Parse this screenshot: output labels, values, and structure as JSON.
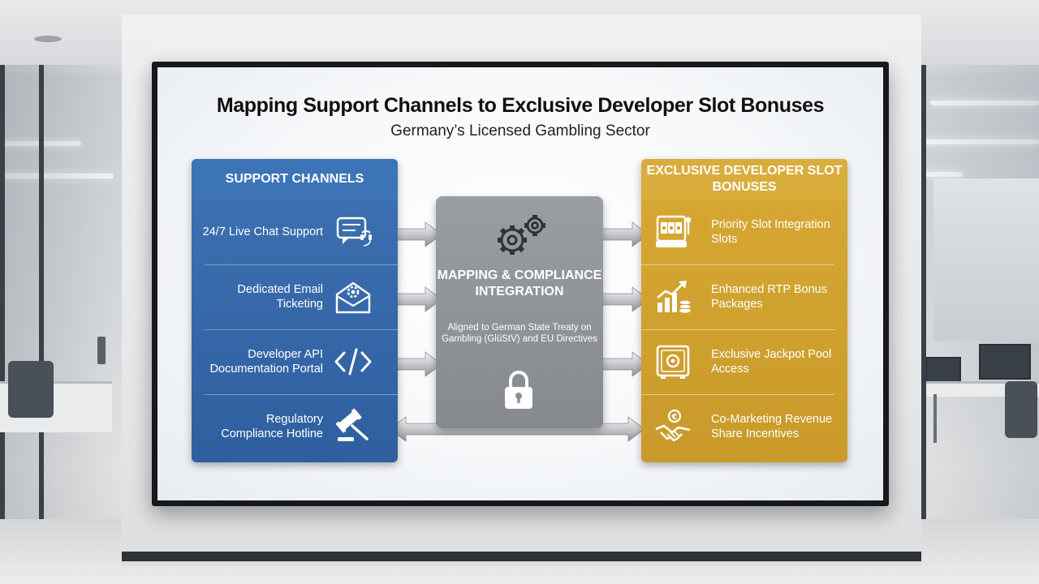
{
  "slide": {
    "title": "Mapping Support Channels to Exclusive Developer Slot Bonuses",
    "subtitle": "Germany’s Licensed Gambling Sector"
  },
  "support_channels": {
    "heading": "SUPPORT CHANNELS",
    "items": [
      {
        "label": "24/7 Live Chat Support",
        "icon": "chat-headset-icon"
      },
      {
        "label": "Dedicated Email Ticketing",
        "icon": "email-gear-icon"
      },
      {
        "label": "Developer API Documentation Portal",
        "icon": "code-brackets-icon"
      },
      {
        "label": "Regulatory Compliance Hotline",
        "icon": "gavel-icon"
      }
    ]
  },
  "center": {
    "title": "MAPPING & COMPLIANCE INTEGRATION",
    "note": "Aligned to German State Treaty on Gambling (GlüStV) and EU Directives",
    "icons": [
      "gears-icon",
      "padlock-icon"
    ]
  },
  "bonuses": {
    "heading": "EXCLUSIVE DEVELOPER SLOT BONUSES",
    "items": [
      {
        "label": "Priority Slot Integration Slots",
        "icon": "slot-machine-icon"
      },
      {
        "label": "Enhanced RTP Bonus Packages",
        "icon": "growth-chart-coins-icon"
      },
      {
        "label": "Exclusive Jackpot Pool Access",
        "icon": "vault-icon"
      },
      {
        "label": "Co-Marketing Revenue Share Incentives",
        "icon": "handshake-euro-icon"
      }
    ]
  },
  "colors": {
    "support_blue": "#3a6cae",
    "bonus_gold": "#d4a434",
    "center_grey": "#8f9296"
  }
}
